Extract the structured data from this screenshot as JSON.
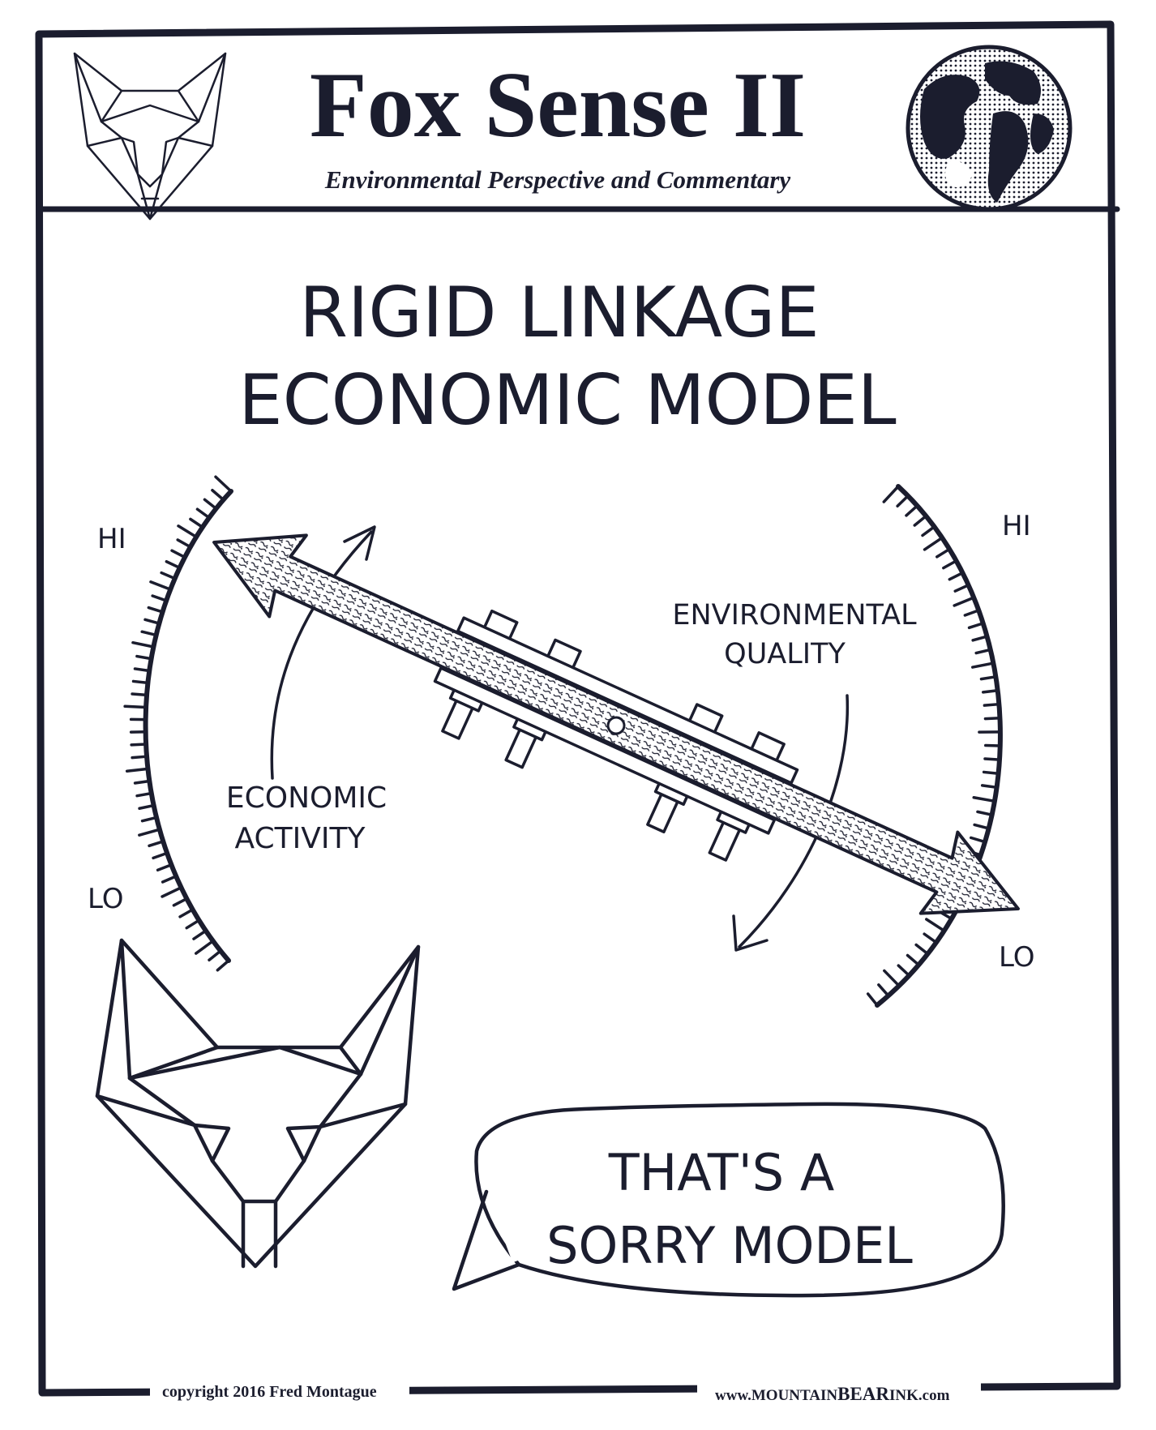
{
  "header": {
    "title": "Fox Sense II",
    "subtitle": "Environmental Perspective and Commentary"
  },
  "cartoon": {
    "headline_line1": "RIGID LINKAGE",
    "headline_line2": "ECONOMIC MODEL",
    "left_scale": {
      "hi": "HI",
      "lo": "LO"
    },
    "right_scale": {
      "hi": "HI",
      "lo": "LO"
    },
    "label_economic_1": "ECONOMIC",
    "label_economic_2": "ACTIVITY",
    "label_environmental_1": "ENVIRONMENTAL",
    "label_environmental_2": "QUALITY",
    "speech_line1": "THAT'S A",
    "speech_line2": "SORRY MODEL"
  },
  "footer": {
    "copyright": "copyright 2016 Fred Montague",
    "url_prefix": "www.MOUNTAIN",
    "url_bold": "BEAR",
    "url_suffix": "INK.com"
  },
  "colors": {
    "ink": "#1b1d2e",
    "paper": "#ffffff",
    "stipple": "#c9cad3"
  }
}
